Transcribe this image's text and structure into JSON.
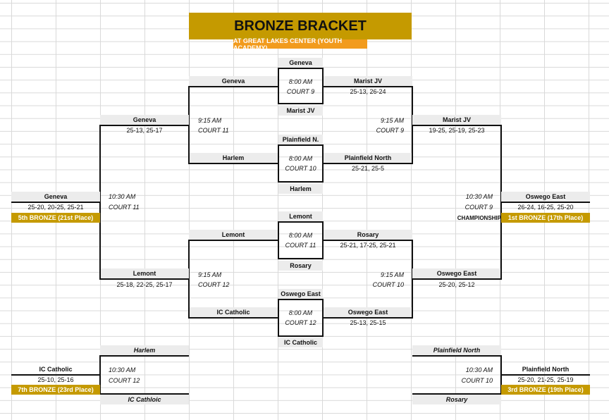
{
  "header": {
    "title": "BRONZE BRACKET",
    "subtitle": "AT GREAT LAKES CENTER (YOUTH ACADEMY)"
  },
  "round1": {
    "match_a": {
      "top_team": "Geneva",
      "time": "8:00 AM",
      "court": "COURT 9",
      "bottom_team": "Marist JV",
      "left_team": "Geneva",
      "right_team": "Marist JV",
      "right_score": "25-13, 26-24"
    },
    "match_b": {
      "top_team": "Plainfield N.",
      "time": "8:00 AM",
      "court": "COURT 10",
      "bottom_team": "Harlem",
      "left_team": "Harlem",
      "right_team": "Plainfield North",
      "right_score": "25-21, 25-5"
    },
    "match_c": {
      "top_team": "Lemont",
      "time": "8:00 AM",
      "court": "COURT 11",
      "bottom_team": "Rosary",
      "left_team": "Lemont",
      "right_team": "Rosary",
      "right_score": "25-21, 17-25, 25-21"
    },
    "match_d": {
      "top_team": "Oswego East",
      "time": "8:00 AM",
      "court": "COURT 12",
      "bottom_team": "IC Catholic",
      "left_team": "IC Catholic",
      "right_team": "Oswego East",
      "right_score": "25-13, 25-15"
    }
  },
  "round2": {
    "left_upper": {
      "team": "Geneva",
      "score": "25-13, 25-17",
      "time": "9:15 AM",
      "court": "COURT 11"
    },
    "left_lower": {
      "team": "Lemont",
      "score": "25-18, 22-25, 25-17",
      "time": "9:15 AM",
      "court": "COURT 12"
    },
    "right_upper": {
      "team": "Marist JV",
      "score": "19-25, 25-19, 25-23",
      "time": "9:15 AM",
      "court": "COURT 9"
    },
    "right_lower": {
      "team": "Oswego East",
      "score": "25-20, 25-12",
      "time": "9:15 AM",
      "court": "COURT 10"
    }
  },
  "finals": {
    "left": {
      "team": "Geneva",
      "score": "25-20, 20-25, 25-21",
      "place": "5th BRONZE (21st Place)",
      "time": "10:30 AM",
      "court": "COURT 11"
    },
    "right": {
      "team": "Oswego East",
      "score": "26-24, 16-25, 25-20",
      "place": "1st BRONZE (17th Place)",
      "time": "10:30 AM",
      "court": "COURT 9",
      "label": "CHAMPIONSHIP"
    }
  },
  "consolation": {
    "left": {
      "top_team": "Harlem",
      "bottom_team": "IC Cathloic",
      "winner": "IC Catholic",
      "score": "25-10, 25-16",
      "place": "7th BRONZE (23rd Place)",
      "time": "10:30 AM",
      "court": "COURT 12"
    },
    "right": {
      "top_team": "Plainfield North",
      "bottom_team": "Rosary",
      "winner": "Plainfield North",
      "score": "25-20, 21-25, 25-19",
      "place": "3rd BRONZE (19th Place)",
      "time": "10:30 AM",
      "court": "COURT 10"
    }
  }
}
